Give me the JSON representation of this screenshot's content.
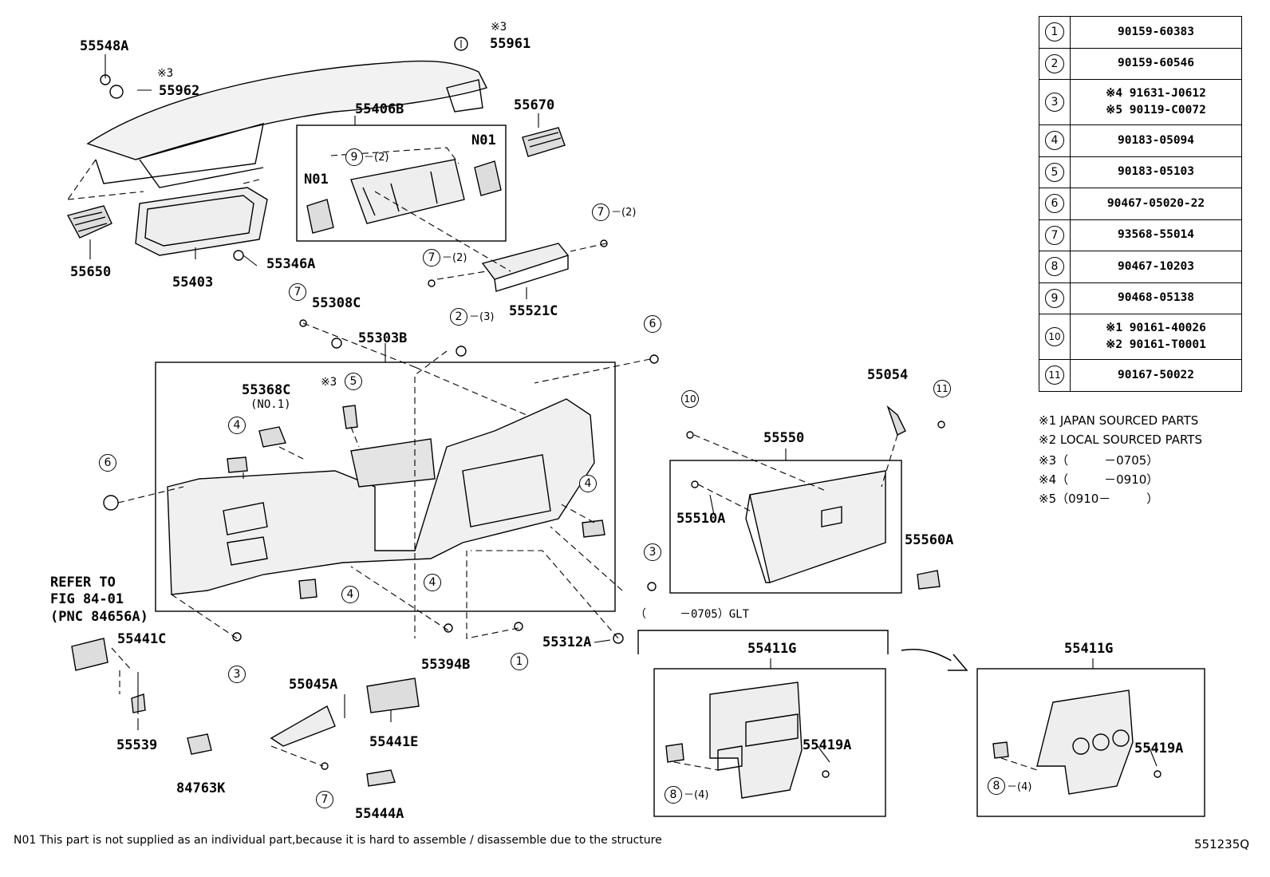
{
  "parts": {
    "p55548A": "55548A",
    "p55962": "55962",
    "p55961": "55961",
    "p55406B": "55406B",
    "p55670": "55670",
    "N01a": "N01",
    "N01b": "N01",
    "p55650": "55650",
    "p55403": "55403",
    "p55346A": "55346A",
    "p55521C": "55521C",
    "p55308C": "55308C",
    "p55303B": "55303B",
    "p55368C": "55368C",
    "no1": "(NO.1)",
    "p55054": "55054",
    "p55550": "55550",
    "p55510A": "55510A",
    "p55560A": "55560A",
    "p55441C": "55441C",
    "p55539": "55539",
    "p84763K": "84763K",
    "p55045A": "55045A",
    "p55441E": "55441E",
    "p55444A": "55444A",
    "p55394B": "55394B",
    "p55312A": "55312A",
    "p55411G_a": "55411G",
    "p55419A_a": "55419A",
    "p55411G_b": "55411G",
    "p55419A_b": "55419A",
    "refer1": "REFER TO",
    "refer2": "FIG 84-01",
    "refer3": "(PNC 84656A)"
  },
  "marks": {
    "x3": "※3",
    "glt": "（　　　－0705）GLT"
  },
  "callouts": {
    "c9": {
      "num": "9",
      "qty": "－(2)"
    },
    "c7a": {
      "num": "7",
      "qty": "－(2)"
    },
    "c7b": {
      "num": "7",
      "qty": "－(2)"
    },
    "c7c": {
      "num": "7",
      "qty": ""
    },
    "c2": {
      "num": "2",
      "qty": "－(3)"
    },
    "c6a": {
      "num": "6",
      "qty": ""
    },
    "c6b": {
      "num": "6",
      "qty": ""
    },
    "c5": {
      "num": "5",
      "qty": ""
    },
    "c4a": {
      "num": "4",
      "qty": ""
    },
    "c4b": {
      "num": "4",
      "qty": ""
    },
    "c4c": {
      "num": "4",
      "qty": ""
    },
    "c4d": {
      "num": "4",
      "qty": ""
    },
    "c3a": {
      "num": "3",
      "qty": ""
    },
    "c3b": {
      "num": "3",
      "qty": ""
    },
    "c1": {
      "num": "1",
      "qty": ""
    },
    "c10": {
      "num": "10",
      "qty": ""
    },
    "c11": {
      "num": "11",
      "qty": ""
    },
    "c7d": {
      "num": "7",
      "qty": ""
    },
    "c8a": {
      "num": "8",
      "qty": "－(4)"
    },
    "c8b": {
      "num": "8",
      "qty": "－(4)"
    }
  },
  "legend": [
    {
      "key": "1",
      "lines": [
        "90159-60383"
      ]
    },
    {
      "key": "2",
      "lines": [
        "90159-60546"
      ]
    },
    {
      "key": "3",
      "lines": [
        "※4 91631-J0612",
        "※5 90119-C0072"
      ]
    },
    {
      "key": "4",
      "lines": [
        "90183-05094"
      ]
    },
    {
      "key": "5",
      "lines": [
        "90183-05103"
      ]
    },
    {
      "key": "6",
      "lines": [
        "90467-05020-22"
      ]
    },
    {
      "key": "7",
      "lines": [
        "93568-55014"
      ]
    },
    {
      "key": "8",
      "lines": [
        "90467-10203"
      ]
    },
    {
      "key": "9",
      "lines": [
        "90468-05138"
      ]
    },
    {
      "key": "10",
      "lines": [
        "※1 90161-40026",
        "※2 90161-T0001"
      ]
    },
    {
      "key": "11",
      "lines": [
        "90167-50022"
      ]
    }
  ],
  "notes": [
    "※1 JAPAN SOURCED PARTS",
    "※2 LOCAL SOURCED PARTS",
    "※3（　　　－0705）",
    "※4（　　　－0910）",
    "※5（0910－　　　）"
  ],
  "footnote": "N01 This part is not supplied as an individual part,because it is hard to assemble / disassemble due to the structure",
  "illustration_no": "551235Q"
}
